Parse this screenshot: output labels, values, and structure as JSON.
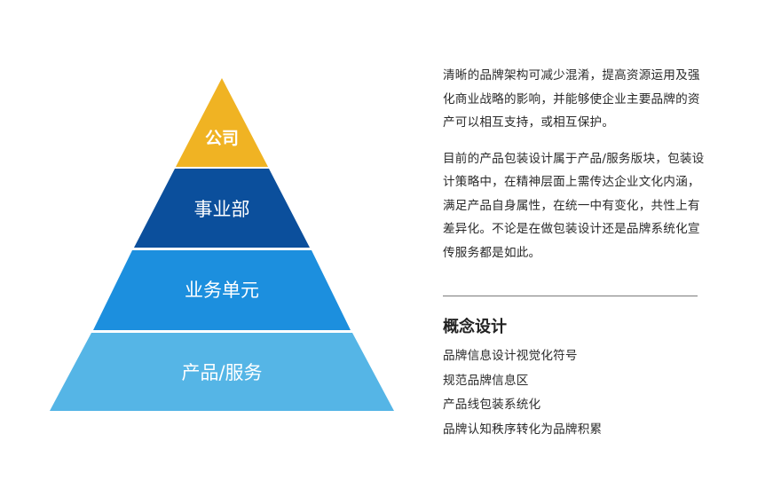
{
  "pyramid": {
    "tiers": [
      {
        "label": "公司",
        "color": "#F0B323"
      },
      {
        "label": "事业部",
        "color": "#0B4F9C"
      },
      {
        "label": "业务单元",
        "color": "#1C8FDE"
      },
      {
        "label": "产品/服务",
        "color": "#55B5E6"
      }
    ]
  },
  "text": {
    "paragraphs": [
      "清晰的品牌架构可减少混淆，提高资源运用及强化商业战略的影响，并能够使企业主要品牌的资产可以相互支持，或相互保护。",
      "目前的产品包装设计属于产品/服务版块，包装设计策略中，在精神层面上需传达企业文化内涵，满足产品自身属性，在统一中有变化，共性上有差异化。不论是在做包装设计还是品牌系统化宣传服务都是如此。"
    ]
  },
  "concept": {
    "title": "概念设计",
    "items": [
      "品牌信息设计视觉化符号",
      "规范品牌信息区",
      "产品线包装系统化",
      "品牌认知秩序转化为品牌积累"
    ]
  },
  "colors": {
    "divider": "#7a7a7a",
    "text": "#2a2a2a"
  }
}
